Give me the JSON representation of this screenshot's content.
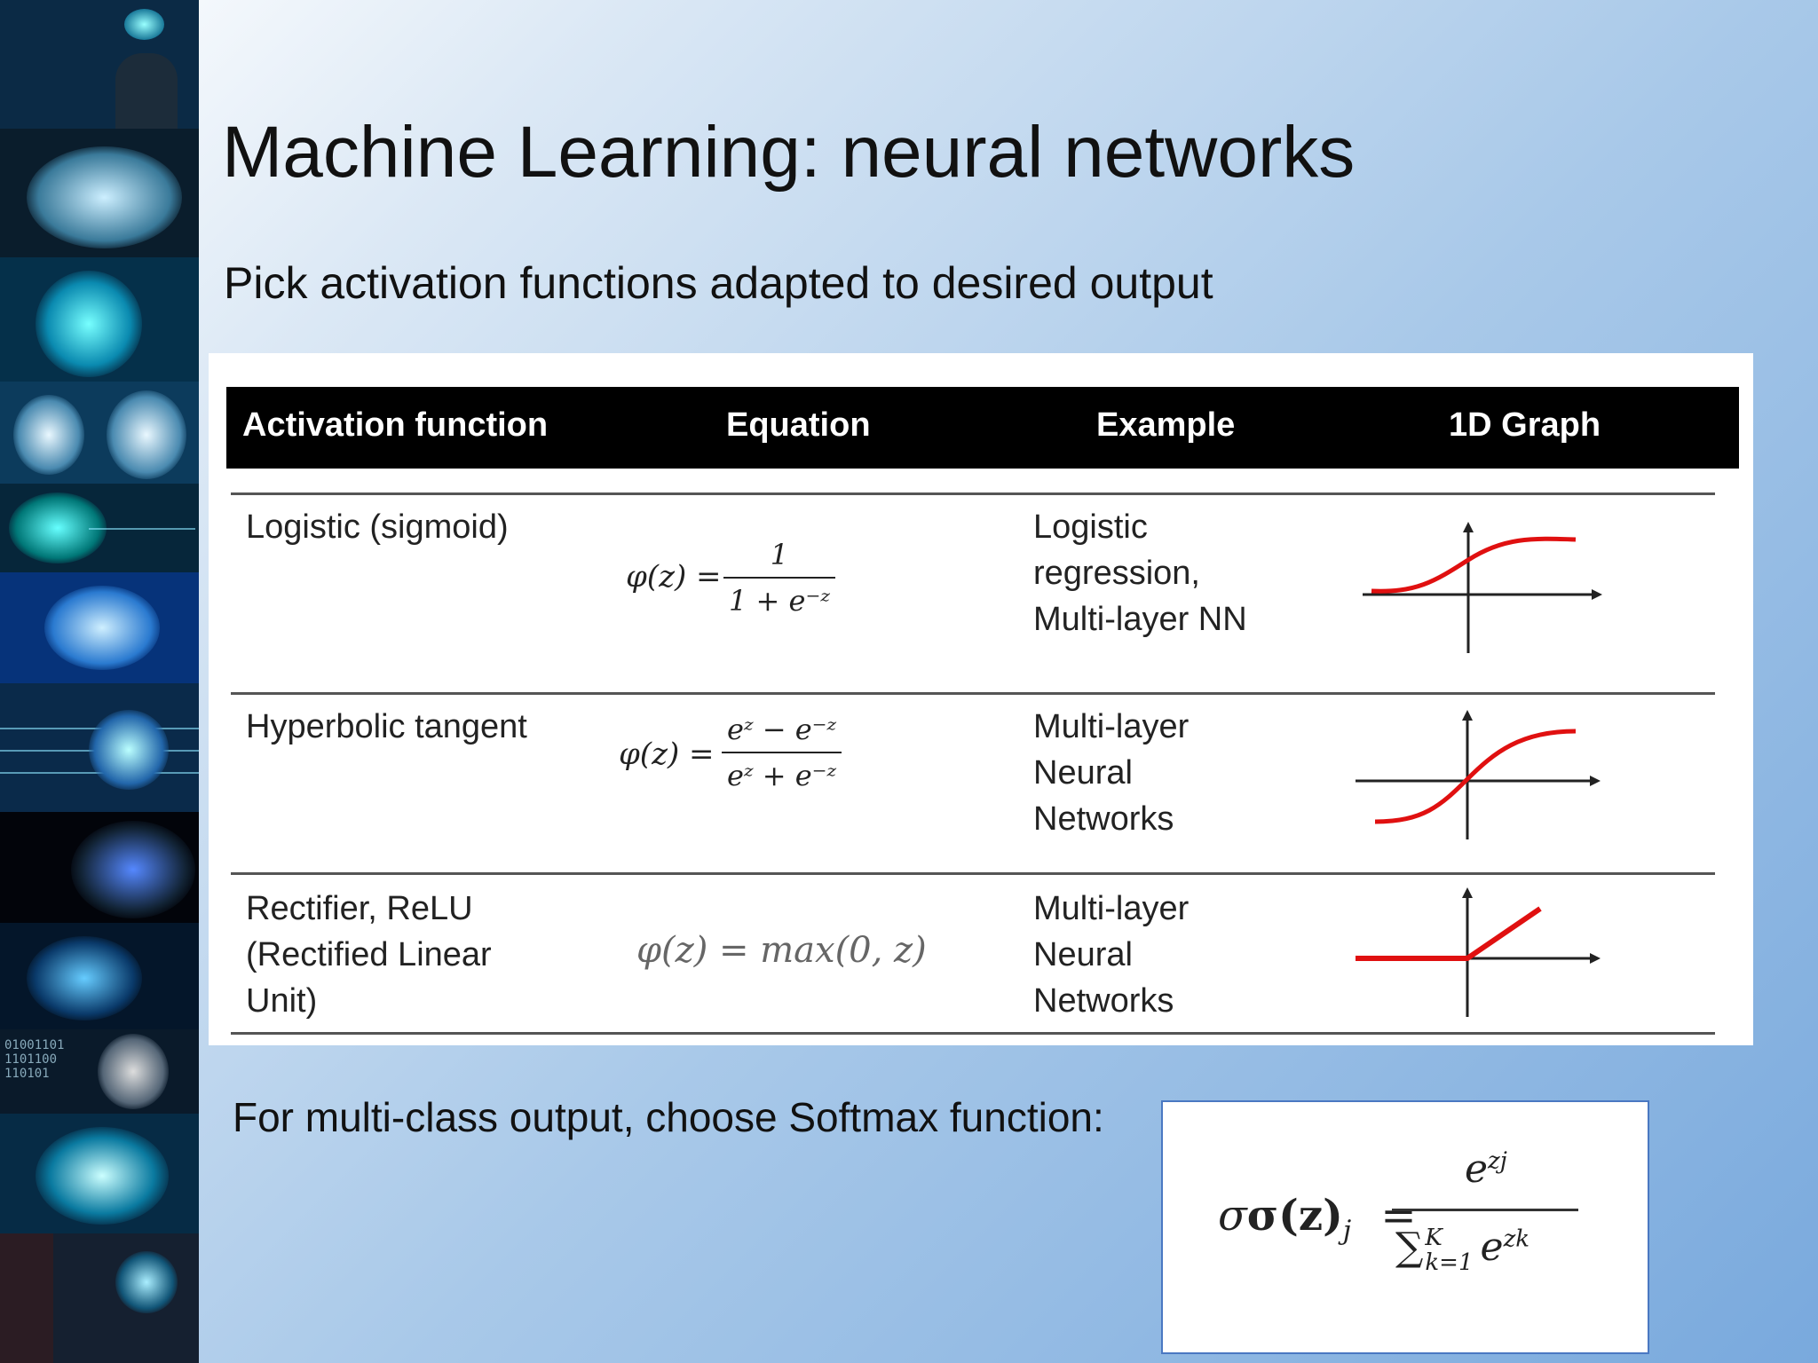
{
  "slide": {
    "title": "Machine Learning: neural networks",
    "subtitle": "Pick activation functions adapted to desired output"
  },
  "table": {
    "headers": [
      "Activation function",
      "Equation",
      "Example",
      "1D Graph"
    ],
    "rows": [
      {
        "name": "Logistic (sigmoid)",
        "equation": {
          "lhs": "φ(z) =",
          "num": "1",
          "den": "1 + e⁻ᶻ"
        },
        "example": [
          "Logistic",
          "regression,",
          "Multi-layer NN"
        ],
        "graph": "sigmoid-graph"
      },
      {
        "name": "Hyperbolic tangent",
        "equation": {
          "lhs": "φ(z) =",
          "num": "eᶻ − e⁻ᶻ",
          "den": "eᶻ + e⁻ᶻ"
        },
        "example": [
          "Multi-layer",
          "Neural",
          "Networks"
        ],
        "graph": "tanh-graph"
      },
      {
        "name_lines": [
          "Rectifier, ReLU",
          "(Rectified Linear",
          "Unit)"
        ],
        "equation": {
          "text": "φ(z) = max(0, z)"
        },
        "example": [
          "Multi-layer",
          "Neural",
          "Networks"
        ],
        "graph": "relu-graph"
      }
    ]
  },
  "softmax": {
    "caption": "For multi-class output, choose Softmax function:",
    "lhs": "σ(z)",
    "lhs_sub": "j",
    "equals": "=",
    "num": "e",
    "num_sup": "zj",
    "den_sum": "∑",
    "den_sup": "K",
    "den_sub": "k=1",
    "den_e": "e",
    "den_e_sup": "zk"
  },
  "colors": {
    "curve": "#e01010",
    "header_bg": "#000000",
    "box_border": "#4a78c2"
  }
}
